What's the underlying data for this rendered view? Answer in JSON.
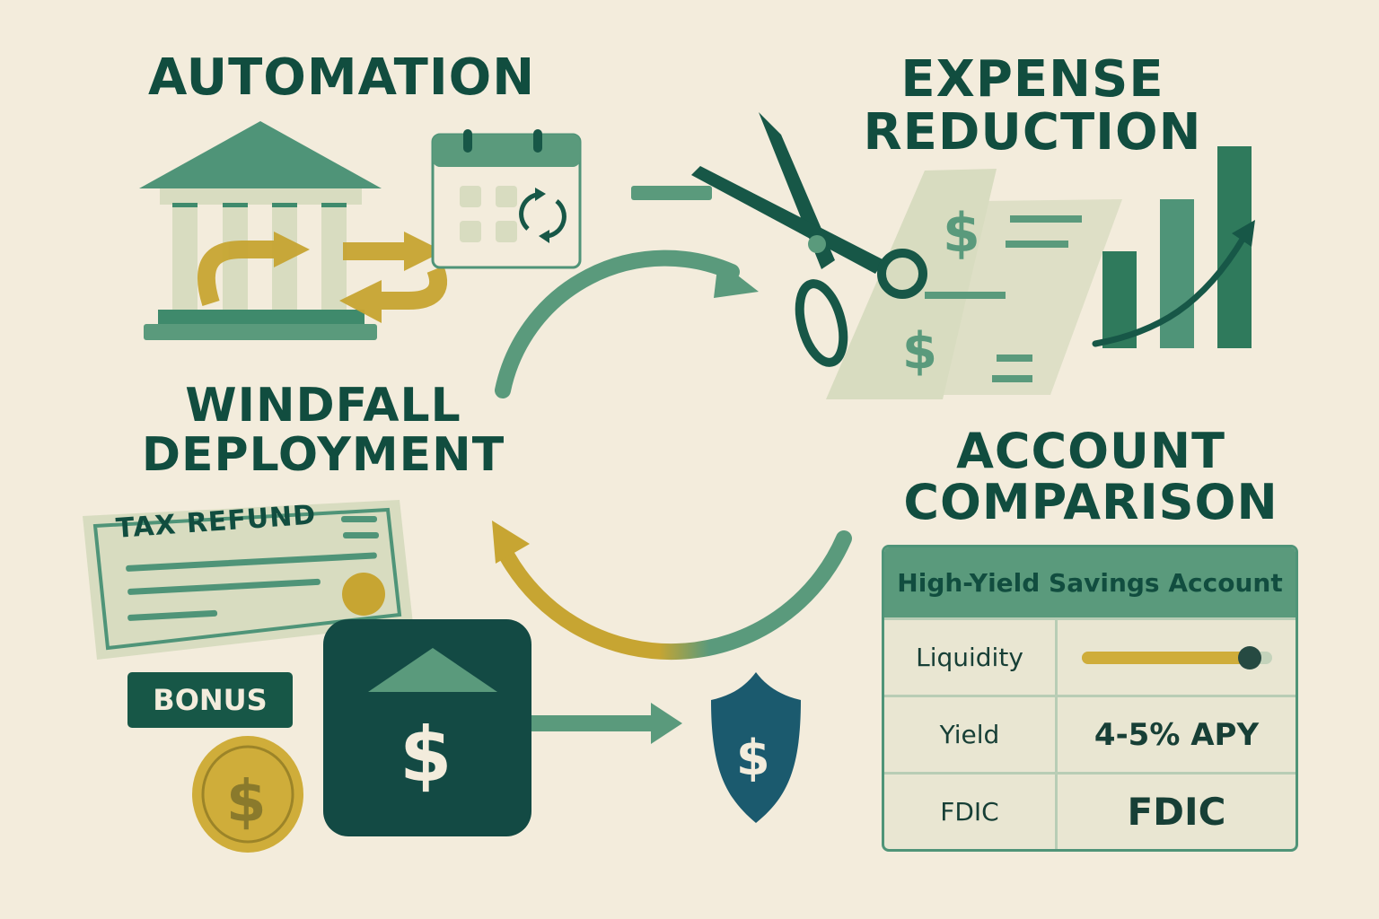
{
  "sections": {
    "automation": {
      "title": "AUTOMATION",
      "icons": [
        "bank-icon",
        "calendar-icon",
        "recurring-transfer-arrows-icon",
        "sync-icon"
      ]
    },
    "expense_reduction": {
      "title_line1": "EXPENSE",
      "title_line2": "REDUCTION",
      "icons": [
        "scissors-icon",
        "bill-icon",
        "bar-chart-icon",
        "trend-arrow-icon"
      ]
    },
    "windfall_deployment": {
      "title_line1": "WINDFALL",
      "title_line2": "DEPLOYMENT",
      "tax_refund_label": "TAX REFUND",
      "bonus_label": "BONUS",
      "dollar_symbol": "$",
      "icons": [
        "check-icon",
        "coin-icon",
        "savings-box-icon",
        "shield-dollar-icon"
      ]
    },
    "account_comparison": {
      "title_line1": "ACCOUNT",
      "title_line2": "COMPARISON",
      "table": {
        "header": "High-Yield Savings Account",
        "rows": [
          {
            "label": "Liquidity",
            "value": "",
            "slider_percent": 87
          },
          {
            "label": "Yield",
            "value": "4-5% APY"
          },
          {
            "label": "FDIC",
            "value": "FDIC"
          }
        ]
      }
    }
  },
  "colors": {
    "background": "#f3ecdc",
    "dark_green": "#114d3f",
    "mid_green": "#4f9478",
    "light_green": "#d8dcc0",
    "gold": "#cfad3a",
    "navy_teal": "#1b5a6e"
  }
}
